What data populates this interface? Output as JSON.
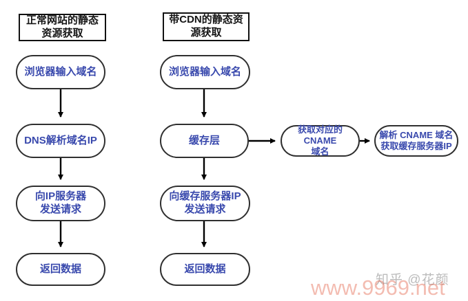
{
  "flows": [
    {
      "header": "正常网站的静态\n资源获取",
      "nodes": [
        "浏览器输入域名",
        "DNS解析域名IP",
        "向IP服务器\n发送请求",
        "返回数据"
      ]
    },
    {
      "header": "带CDN的静态资\n源获取",
      "nodes": [
        "浏览器输入域名",
        "缓存层",
        "向缓存服务器IP\n发送请求",
        "返回数据"
      ],
      "branch_nodes": [
        "获取对应的CNAME\n域名",
        "解析 CNAME 域名\n获取缓存服务器IP"
      ]
    }
  ],
  "watermarks": {
    "zhihu": "知乎 @花颜",
    "site": "www.9969.net"
  },
  "colors": {
    "node_text": "#3949ad",
    "node_border": "#2f2f2f",
    "header_border": "#111111",
    "header_text": "#141414",
    "arrow": "#000000",
    "watermark_gray": "#bcbcbc",
    "watermark_red": "#e2583c"
  }
}
